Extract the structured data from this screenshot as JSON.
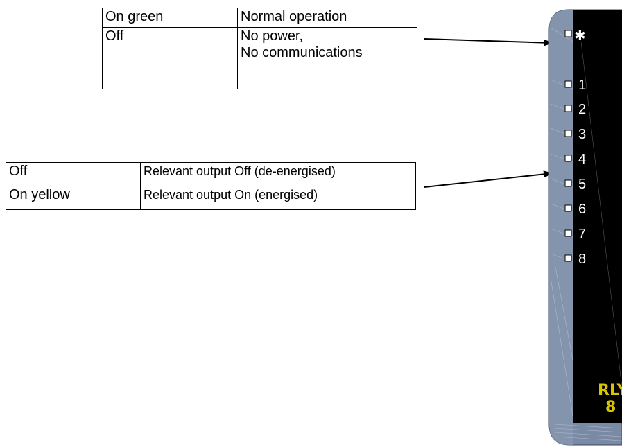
{
  "status_table": {
    "rows": [
      {
        "state": "On green",
        "meaning": "Normal operation"
      },
      {
        "state": "Off",
        "meaning": "No power,\nNo communications"
      }
    ]
  },
  "relay_table": {
    "rows": [
      {
        "state": "Off",
        "meaning": "Relevant output Off (de-energised)"
      },
      {
        "state": "On yellow",
        "meaning": "Relevant output On (energised)"
      }
    ]
  },
  "module": {
    "status_led_symbol": "✱",
    "channel_labels": [
      "1",
      "2",
      "3",
      "4",
      "5",
      "6",
      "7",
      "8"
    ],
    "model_line1": "RLY",
    "model_line2": "8",
    "colors": {
      "face": "#000000",
      "bezel": "#7a8aa5",
      "model_text": "#d8c400"
    }
  }
}
